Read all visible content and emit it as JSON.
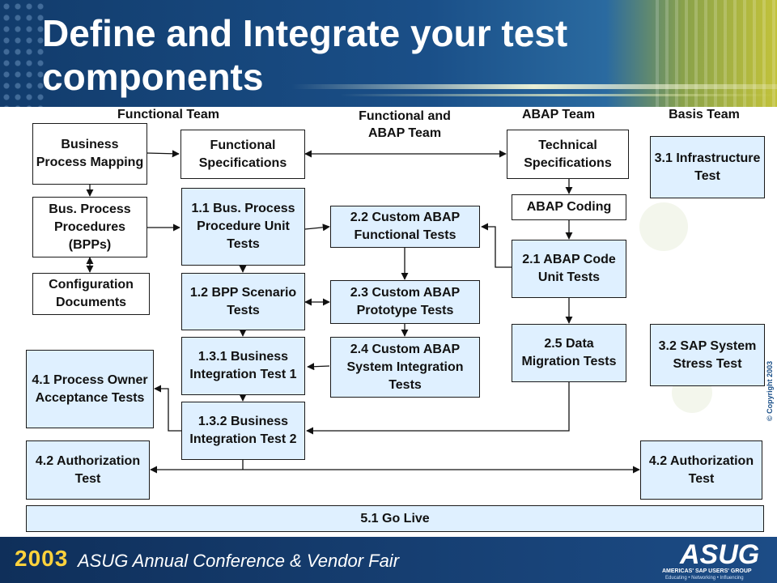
{
  "title": "Define and Integrate your test components",
  "teams": {
    "functional": "Functional Team",
    "functional_abap": "Functional and ABAP Team",
    "abap": "ABAP Team",
    "basis": "Basis Team"
  },
  "boxes": {
    "business_process_mapping": "Business Process Mapping",
    "bpp": "Bus. Process Procedures (BPPs)",
    "config_docs": "Configuration Documents",
    "functional_specs": "Functional Specifications",
    "bpp_unit_tests": "1.1 Bus. Process Procedure Unit Tests",
    "bpp_scenario": "1.2 BPP Scenario Tests",
    "bit1": "1.3.1 Business Integration Test 1",
    "bit2": "1.3.2 Business Integration Test 2",
    "custom_functional": "2.2 Custom ABAP Functional Tests",
    "custom_prototype": "2.3 Custom ABAP Prototype Tests",
    "custom_system": "2.4 Custom ABAP System Integration Tests",
    "technical_specs": "Technical Specifications",
    "abap_coding": "ABAP Coding",
    "abap_unit": "2.1 ABAP Code Unit Tests",
    "data_migration": "2.5 Data Migration Tests",
    "infrastructure": "3.1 Infrastructure Test",
    "stress": "3.2 SAP System Stress Test",
    "poa": "4.1 Process Owner Acceptance Tests",
    "auth_left": "4.2 Authorization Test",
    "auth_right": "4.2 Authorization Test",
    "go_live": "5.1 Go Live"
  },
  "footer": {
    "year": "2003",
    "conference": "ASUG Annual Conference & Vendor Fair",
    "logo": "ASUG",
    "logo_sub": "AMERICAS' SAP USERS' GROUP",
    "logo_tag": "Educating • Networking • Influencing",
    "copyright": "© Copyright 2003"
  },
  "colors": {
    "box_fill": "#dff0ff",
    "header_blue": "#1a4f88",
    "footer_year": "#ffd23c"
  }
}
